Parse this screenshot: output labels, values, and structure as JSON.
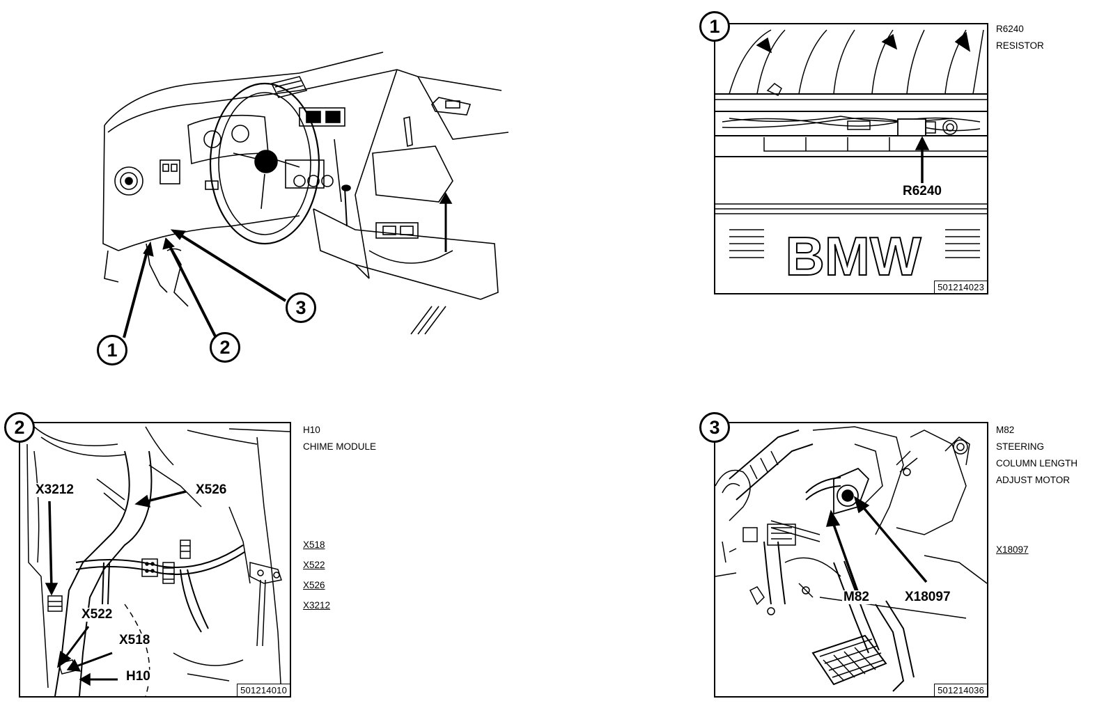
{
  "overview": {
    "callouts": [
      "1",
      "2",
      "3"
    ]
  },
  "panel1": {
    "number": "1",
    "figure_id": "501214023",
    "labels": {
      "arrow": "R6240",
      "badge": "BMW"
    },
    "side_text": [
      "R6240",
      "RESISTOR"
    ]
  },
  "panel2": {
    "number": "2",
    "figure_id": "501214010",
    "labels": {
      "x3212": "X3212",
      "x526": "X526",
      "x522": "X522",
      "x518": "X518",
      "h10": "H10"
    },
    "side_title": [
      "H10",
      "CHIME MODULE"
    ],
    "side_connectors": [
      "X518",
      "X522",
      "X526",
      "X3212"
    ]
  },
  "panel3": {
    "number": "3",
    "figure_id": "501214036",
    "labels": {
      "m82": "M82",
      "x18097": "X18097"
    },
    "side_title": [
      "M82",
      "STEERING",
      "COLUMN LENGTH",
      "ADJUST MOTOR"
    ],
    "side_connectors": [
      "X18097"
    ]
  }
}
